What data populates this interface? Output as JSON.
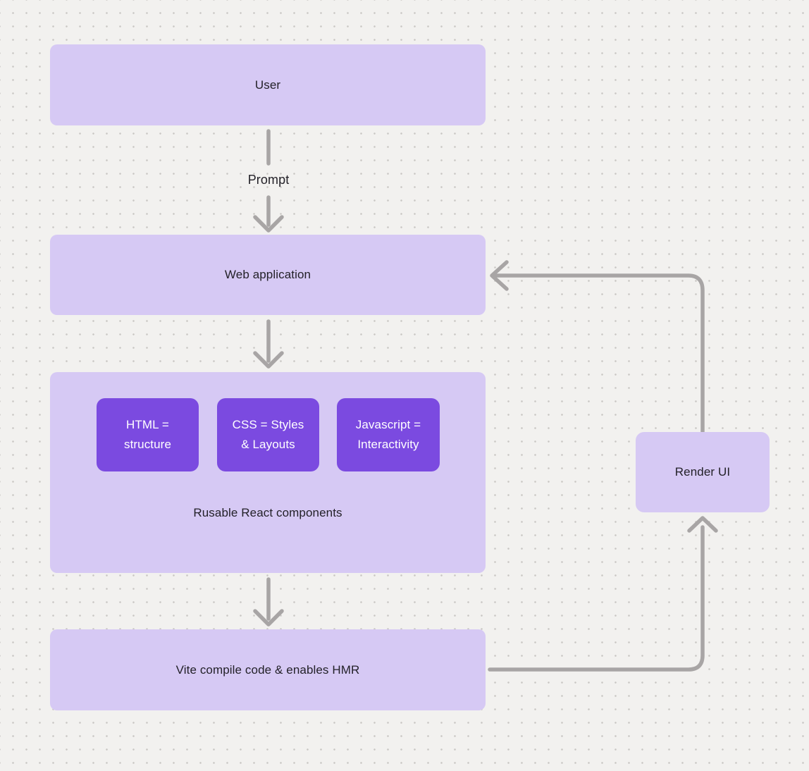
{
  "colors": {
    "background": "#f2f1ef",
    "dot": "#c9c7c4",
    "node_fill": "#d6c9f4",
    "accent_fill": "#7b4ae0",
    "accent_text": "#ffffff",
    "arrow": "#a8a5a5",
    "text": "#232128"
  },
  "diagram": {
    "user_label": "User",
    "prompt_label": "Prompt",
    "web_app_label": "Web application",
    "html_label": "HTML = structure",
    "css_label": "CSS = Styles & Layouts",
    "js_label": "Javascript = Interactivity",
    "group_caption": "Rusable React components",
    "vite_label": "Vite compile code & enables HMR",
    "render_ui_label": "Render UI"
  }
}
